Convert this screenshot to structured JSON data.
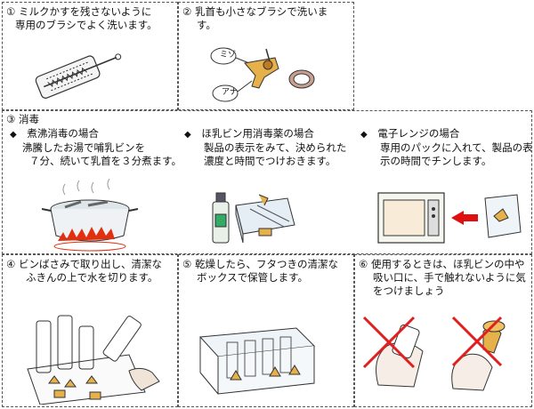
{
  "steps": {
    "s1": {
      "num": "①",
      "lines": [
        "ミルクかすを残さないように",
        "専用のブラシでよく洗います。"
      ]
    },
    "s2": {
      "num": "②",
      "lines": [
        "乳首も小さなブラシで洗いま",
        "す。"
      ],
      "label_mizo": "ミゾ",
      "label_ana": "アナ"
    },
    "s3": {
      "num": "③",
      "title": "消毒",
      "methods": [
        {
          "marker": "◆",
          "heading": "煮沸消毒の場合",
          "lines": [
            "沸騰したお湯で哺乳ビンを",
            "７分、続いて乳首を３分煮ます。"
          ]
        },
        {
          "marker": "◆",
          "heading": "ほ乳ビン用消毒薬の場合",
          "lines": [
            "製品の表示をみて、決められた",
            "濃度と時間でつけおきます。"
          ]
        },
        {
          "marker": "◆",
          "heading": "電子レンジの場合",
          "lines": [
            "専用のパックに入れて、製品の表",
            "示の時間でチンします。"
          ]
        }
      ]
    },
    "s4": {
      "num": "④",
      "lines": [
        "ビンばさみで取り出し、清潔な",
        "ふきんの上で水を切ります。"
      ]
    },
    "s5": {
      "num": "⑤",
      "lines": [
        "乾燥したら、フタつきの清潔な",
        "ボックスで保管します。"
      ]
    },
    "s6": {
      "num": "⑥",
      "lines": [
        "使用するときは、ほ乳ビンの中や",
        "吸い口に、手で触れないように気",
        "をつけましょう"
      ]
    }
  },
  "colors": {
    "border": "#555555",
    "flame": "#e03010",
    "cross": "#e02020",
    "arrow": "#e01010",
    "nipple": "#d9a040"
  }
}
